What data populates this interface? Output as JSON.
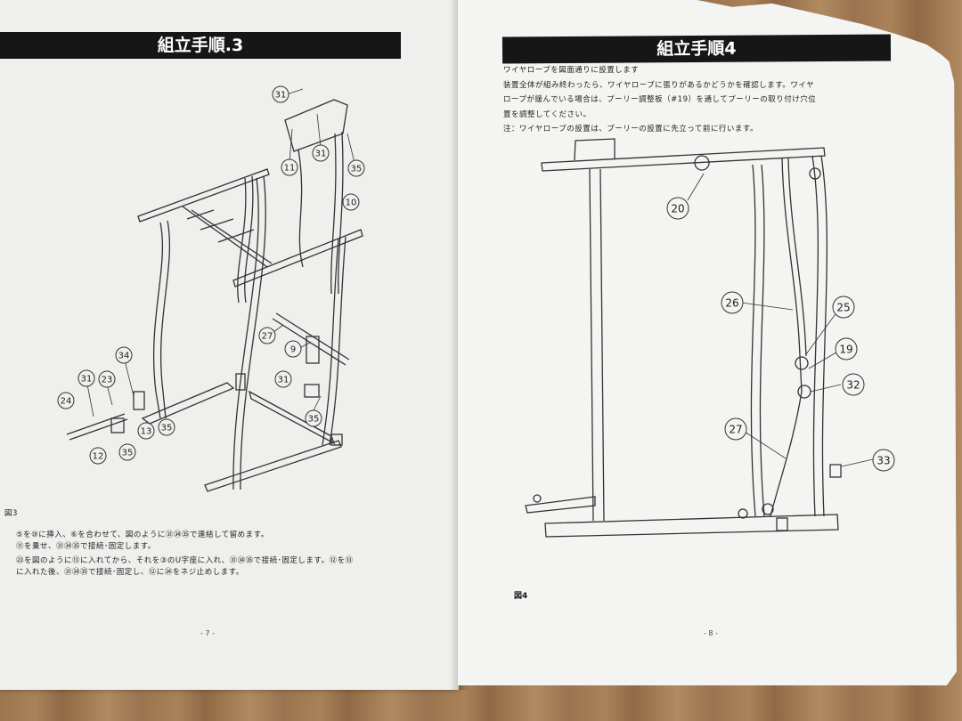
{
  "left_page": {
    "header": "組立手順.3",
    "figure_label": "図3",
    "instructions": [
      "⑤を⑩に挿入、⑥を合わせて、図のように㉛㉞㉟で連結して留めます。",
      "⑪を乗せ、㉛㉞㉟で接続･固定します。",
      "㉓を図のように⑬に入れてから、それを③のU字座に入れ、㉛㉞㉟で接続･固定します。⑫を⑬",
      "に入れた後、㉛㉞㉟で接続･固定し、⑫に㉔をネジ止めします。"
    ],
    "page_number": "- 7 -",
    "callouts": [
      "31",
      "11",
      "31",
      "35",
      "10",
      "27",
      "9",
      "34",
      "31",
      "23",
      "24",
      "13",
      "35",
      "12",
      "35",
      "31",
      "35"
    ]
  },
  "right_page": {
    "header": "組立手順4",
    "instructions": [
      "ワイヤロープを図面通りに設置します",
      "装置全体が組み終わったら、ワイヤロープに張りがあるかどうかを確認します。ワイヤ",
      "ロープが緩んでいる場合は、プーリー調整板（#19）を通してプーリーの取り付け穴位",
      "置を調整してください。",
      "注：ワイヤロープの設置は、プーリーの設置に先立って前に行います。"
    ],
    "figure_label": "図4",
    "page_number": "- 8 -",
    "callouts": [
      "20",
      "26",
      "25",
      "19",
      "32",
      "27",
      "33"
    ]
  }
}
